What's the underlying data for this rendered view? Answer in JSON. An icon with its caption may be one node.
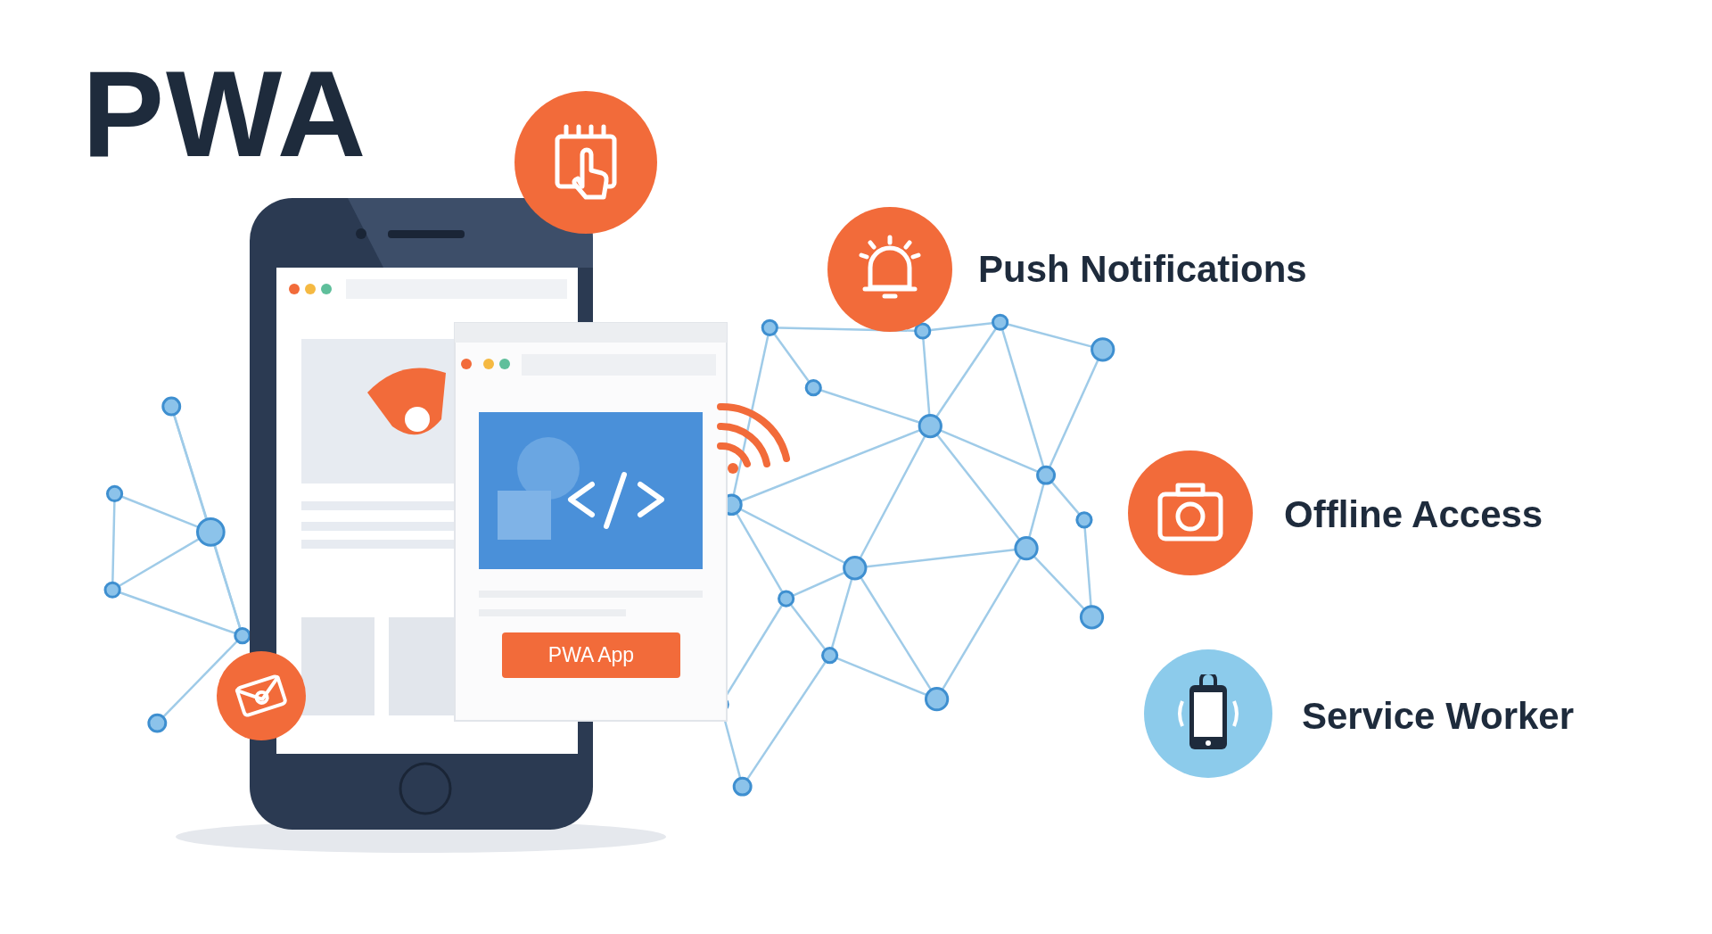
{
  "diagram": {
    "title": "PWA",
    "labels": [
      "PWA App",
      "Push Notifications",
      "Offline Access",
      "Service Worker"
    ]
  }
}
